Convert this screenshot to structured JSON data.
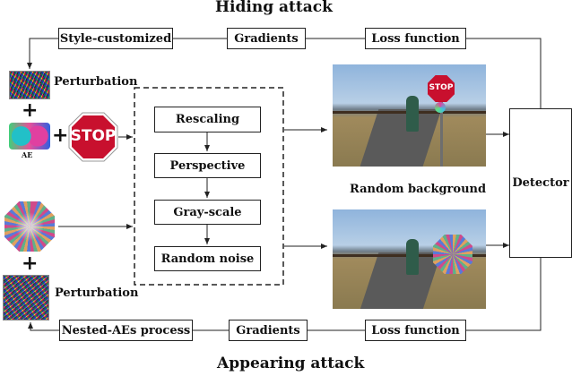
{
  "titles": {
    "top": "Hiding attack",
    "bottom": "Appearing attack"
  },
  "top_row": {
    "style": "Style-customized",
    "gradients": "Gradients",
    "loss": "Loss function"
  },
  "bottom_row": {
    "nested": "Nested-AEs process",
    "gradients": "Gradients",
    "loss": "Loss function"
  },
  "left": {
    "perturbation_top": "Perturbation",
    "ae_label": "AE",
    "stop_text": "STOP",
    "perturbation_bottom": "Perturbation",
    "plus": "+"
  },
  "transforms": [
    "Rescaling",
    "Perspective",
    "Gray-scale",
    "Random noise"
  ],
  "scene": {
    "background_label": "Random background",
    "stop_sign_text": "STOP"
  },
  "detector": "Detector",
  "colors": {
    "stop_red": "#c8102e",
    "line": "#222222",
    "sky": "#8fb4dc",
    "grass": "#a08a5c"
  }
}
